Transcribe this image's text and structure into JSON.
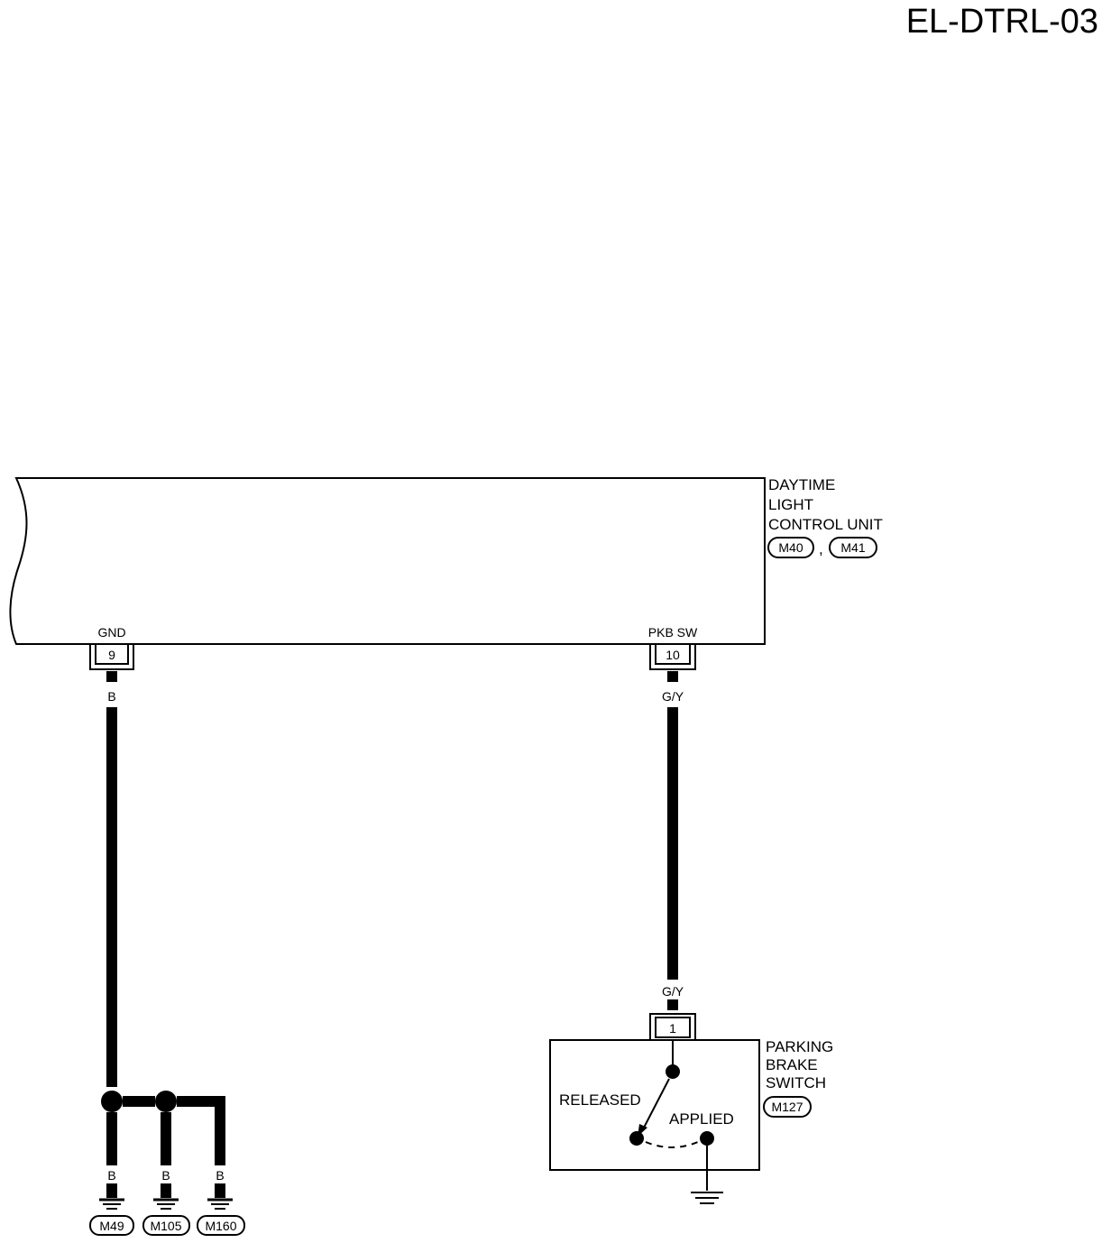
{
  "page_title": "EL-DTRL-03",
  "control_unit": {
    "name_lines": [
      "DAYTIME",
      "LIGHT",
      "CONTROL UNIT"
    ],
    "connectors": [
      "M40",
      "M41"
    ],
    "separator": ",",
    "gnd_label": "GND",
    "gnd_pin": "9",
    "pkb_label": "PKB SW",
    "pkb_pin": "10"
  },
  "wires": {
    "gnd_color": "B",
    "pkb_color_top": "G/Y",
    "pkb_color_bottom": "G/Y",
    "ground_branch_colors": [
      "B",
      "B",
      "B"
    ]
  },
  "grounds": [
    "M49",
    "M105",
    "M160"
  ],
  "parking_brake_switch": {
    "name_lines": [
      "PARKING",
      "BRAKE",
      "SWITCH"
    ],
    "connector": "M127",
    "pin": "1",
    "released_label": "RELEASED",
    "applied_label": "APPLIED"
  }
}
